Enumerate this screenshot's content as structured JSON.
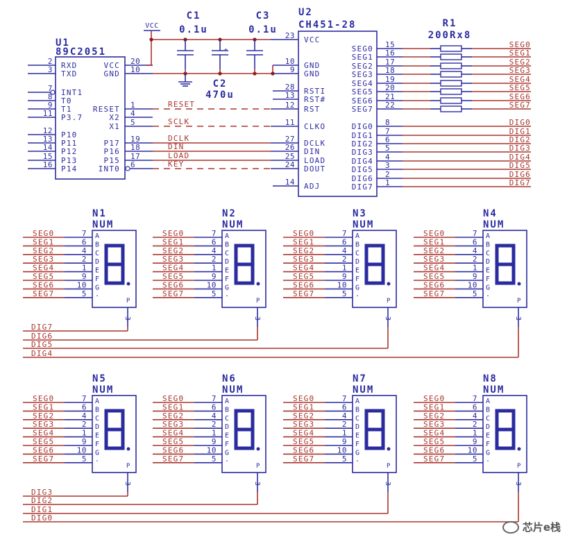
{
  "colors": {
    "blue": "#2b2ba0",
    "red": "#a8332b",
    "junction": "#8b1a1a"
  },
  "vcc_label": "VCC",
  "u1": {
    "ref": "U1",
    "part": "89C2051",
    "left_pins": [
      {
        "num": "2",
        "name": "RXD"
      },
      {
        "num": "3",
        "name": "TXD"
      },
      {
        "num": "7",
        "name": "INT1"
      },
      {
        "num": "8",
        "name": "T0"
      },
      {
        "num": "9",
        "name": "T1"
      },
      {
        "num": "11",
        "name": "P3.7"
      },
      {
        "num": "12",
        "name": "P10"
      },
      {
        "num": "13",
        "name": "P11"
      },
      {
        "num": "14",
        "name": "P12"
      },
      {
        "num": "15",
        "name": "P13"
      },
      {
        "num": "16",
        "name": "P14"
      }
    ],
    "right_pins": [
      {
        "num": "20",
        "name": "VCC"
      },
      {
        "num": "10",
        "name": "GND"
      },
      {
        "num": "1",
        "name": "RESET"
      },
      {
        "num": "4",
        "name": "X2"
      },
      {
        "num": "5",
        "name": "X1"
      },
      {
        "num": "19",
        "name": "P17"
      },
      {
        "num": "18",
        "name": "P16"
      },
      {
        "num": "17",
        "name": "P15"
      },
      {
        "num": "6",
        "name": "INT0"
      }
    ]
  },
  "u2": {
    "ref": "U2",
    "part": "CH451-28",
    "left_pins": [
      {
        "num": "23",
        "name": "VCC"
      },
      {
        "num": "10",
        "name": "GND"
      },
      {
        "num": "9",
        "name": "GND"
      },
      {
        "num": "28",
        "name": "RSTI"
      },
      {
        "num": "13",
        "name": "RST#"
      },
      {
        "num": "12",
        "name": "RST"
      },
      {
        "num": "11",
        "name": "CLKO"
      },
      {
        "num": "27",
        "name": "DCLK"
      },
      {
        "num": "26",
        "name": "DIN"
      },
      {
        "num": "25",
        "name": "LOAD"
      },
      {
        "num": "24",
        "name": "DOUT"
      },
      {
        "num": "14",
        "name": "ADJ"
      }
    ],
    "seg_pins": [
      {
        "num": "15",
        "name": "SEG0"
      },
      {
        "num": "16",
        "name": "SEG1"
      },
      {
        "num": "17",
        "name": "SEG2"
      },
      {
        "num": "18",
        "name": "SEG3"
      },
      {
        "num": "19",
        "name": "SEG4"
      },
      {
        "num": "20",
        "name": "SEG5"
      },
      {
        "num": "21",
        "name": "SEG6"
      },
      {
        "num": "22",
        "name": "SEG7"
      }
    ],
    "dig_pins": [
      {
        "num": "8",
        "name": "DIG0"
      },
      {
        "num": "7",
        "name": "DIG1"
      },
      {
        "num": "6",
        "name": "DIG2"
      },
      {
        "num": "5",
        "name": "DIG3"
      },
      {
        "num": "4",
        "name": "DIG4"
      },
      {
        "num": "3",
        "name": "DIG5"
      },
      {
        "num": "2",
        "name": "DIG6"
      },
      {
        "num": "1",
        "name": "DIG7"
      }
    ]
  },
  "capacitors": [
    {
      "ref": "C1",
      "value": "0.1u"
    },
    {
      "ref": "C2",
      "value": "470u"
    },
    {
      "ref": "C3",
      "value": "0.1u"
    }
  ],
  "resistor": {
    "ref": "R1",
    "value": "200Rx8"
  },
  "signals": [
    {
      "name": "RESET",
      "style": "dashed"
    },
    {
      "name": "SCLK",
      "style": "dashed"
    },
    {
      "name": "DCLK",
      "style": "solid"
    },
    {
      "name": "DIN",
      "style": "solid"
    },
    {
      "name": "LOAD",
      "style": "solid"
    },
    {
      "name": "KEY",
      "style": "dashed"
    }
  ],
  "seg_nets": [
    "SEG0",
    "SEG1",
    "SEG2",
    "SEG3",
    "SEG4",
    "SEG5",
    "SEG6",
    "SEG7"
  ],
  "dig_nets": [
    "DIG0",
    "DIG1",
    "DIG2",
    "DIG3",
    "DIG4",
    "DIG5",
    "DIG6",
    "DIG7"
  ],
  "display": {
    "part": "NUM",
    "segment_letters": [
      "A",
      "B",
      "C",
      "D",
      "E",
      "F",
      "G",
      "."
    ],
    "segment_pins": [
      "7",
      "6",
      "4",
      "2",
      "1",
      "9",
      "10",
      "5"
    ],
    "common_pin": "3",
    "dp_label": "P",
    "units": [
      {
        "ref": "N1",
        "dig": "DIG7"
      },
      {
        "ref": "N2",
        "dig": "DIG6"
      },
      {
        "ref": "N3",
        "dig": "DIG5"
      },
      {
        "ref": "N4",
        "dig": "DIG4"
      },
      {
        "ref": "N5",
        "dig": "DIG3"
      },
      {
        "ref": "N6",
        "dig": "DIG2"
      },
      {
        "ref": "N7",
        "dig": "DIG1"
      },
      {
        "ref": "N8",
        "dig": "DIG0"
      }
    ]
  },
  "watermark": "芯片e栈"
}
